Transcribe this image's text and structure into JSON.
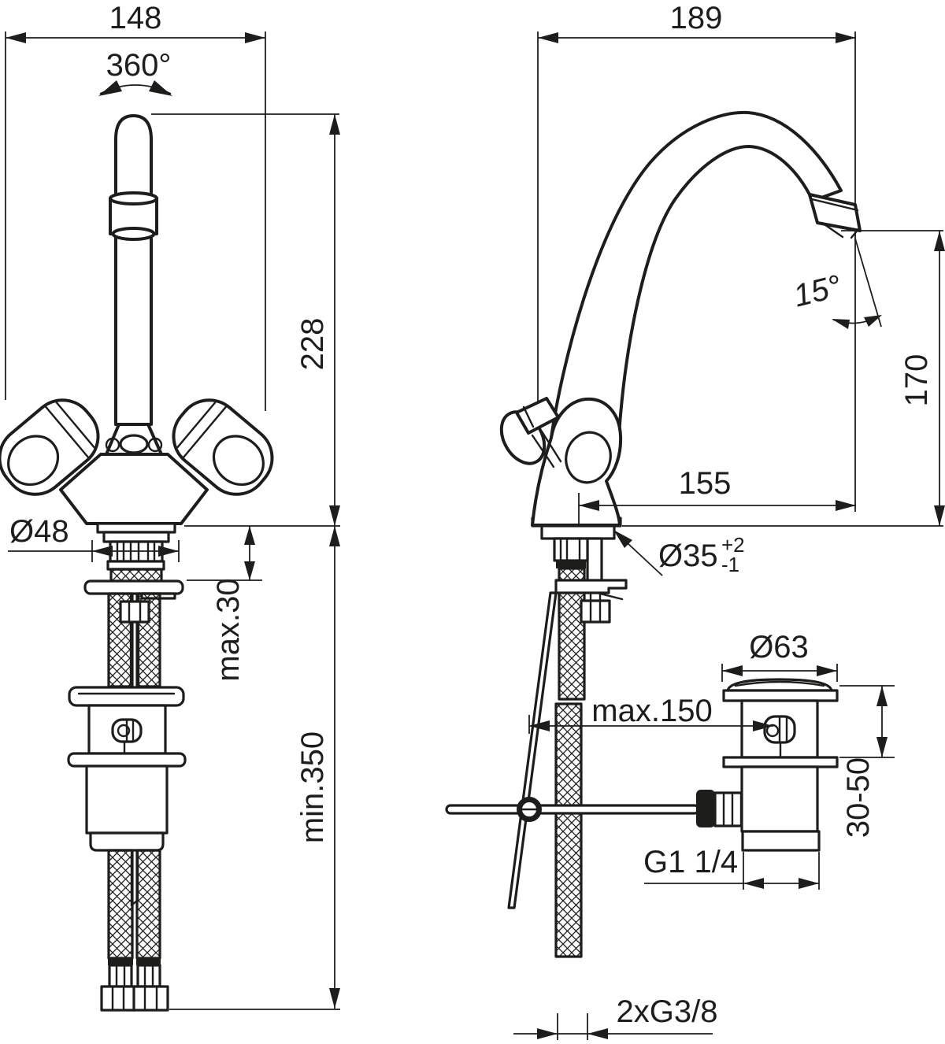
{
  "drawing": {
    "background": "#ffffff",
    "ink": "#1d1d1b",
    "views": {
      "left": "faucet front view with supply hoses and pop-up waste",
      "right": "faucet side view with swivel spout and drain valve"
    },
    "dims": {
      "width_left": "148",
      "swivel": "360°",
      "spout_height_left": "228",
      "base_dia": "Ø48",
      "deck_max": "max.30",
      "hose_min": "min.350",
      "width_right": "189",
      "tilt": "15°",
      "outlet_height": "170",
      "reach": "155",
      "hole_dia": "Ø35",
      "hole_tol_plus": "+2",
      "hole_tol_minus": "-1",
      "rod_max": "max.150",
      "waste_dia": "Ø63",
      "waste_depth": "30-50",
      "waste_thread": "G1 1/4",
      "hose_thread": "2xG3/8"
    }
  }
}
